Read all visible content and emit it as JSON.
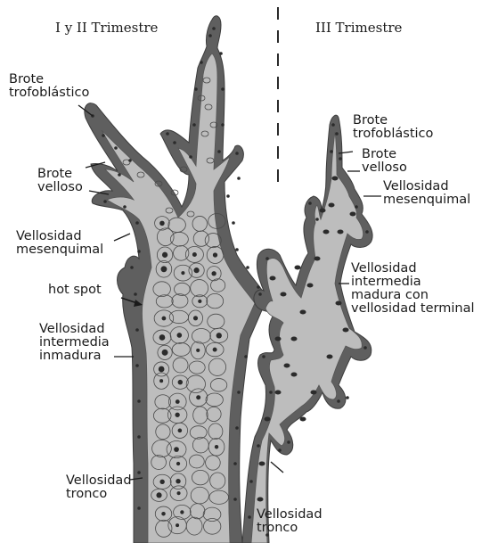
{
  "headers": {
    "left": "I y II Trimestre",
    "right": "III Trimestre"
  },
  "labels_left": {
    "brote_trofoblastico": "Brote\ntrofoblástico",
    "brote_velloso": "Brote\nvelloso",
    "vellosidad_mesenquimal": "Vellosidad\nmesenquimal",
    "hot_spot": "hot spot",
    "vellosidad_intermedia_inmadura": "Vellosidad\nintermedia\ninmadura",
    "vellosidad_tronco": "Vellosidad\ntronco"
  },
  "labels_right": {
    "brote_trofoblastico": "Brote\ntrofoblástico",
    "brote_velloso": "Brote\nvelloso",
    "vellosidad_mesenquimal": "Vellosidad\nmesenquimal",
    "vellosidad_intermedia_madura": "Vellosidad\nintermedia\nmadura con\nvellosidad terminal",
    "vellosidad_tronco": "Vellosidad\ntronco"
  },
  "colors": {
    "trophoblast": "#5f5f5f",
    "stroma": "#bdbdbd",
    "cell_outline": "#4a4a4a",
    "nucleus": "#2b2b2b"
  }
}
